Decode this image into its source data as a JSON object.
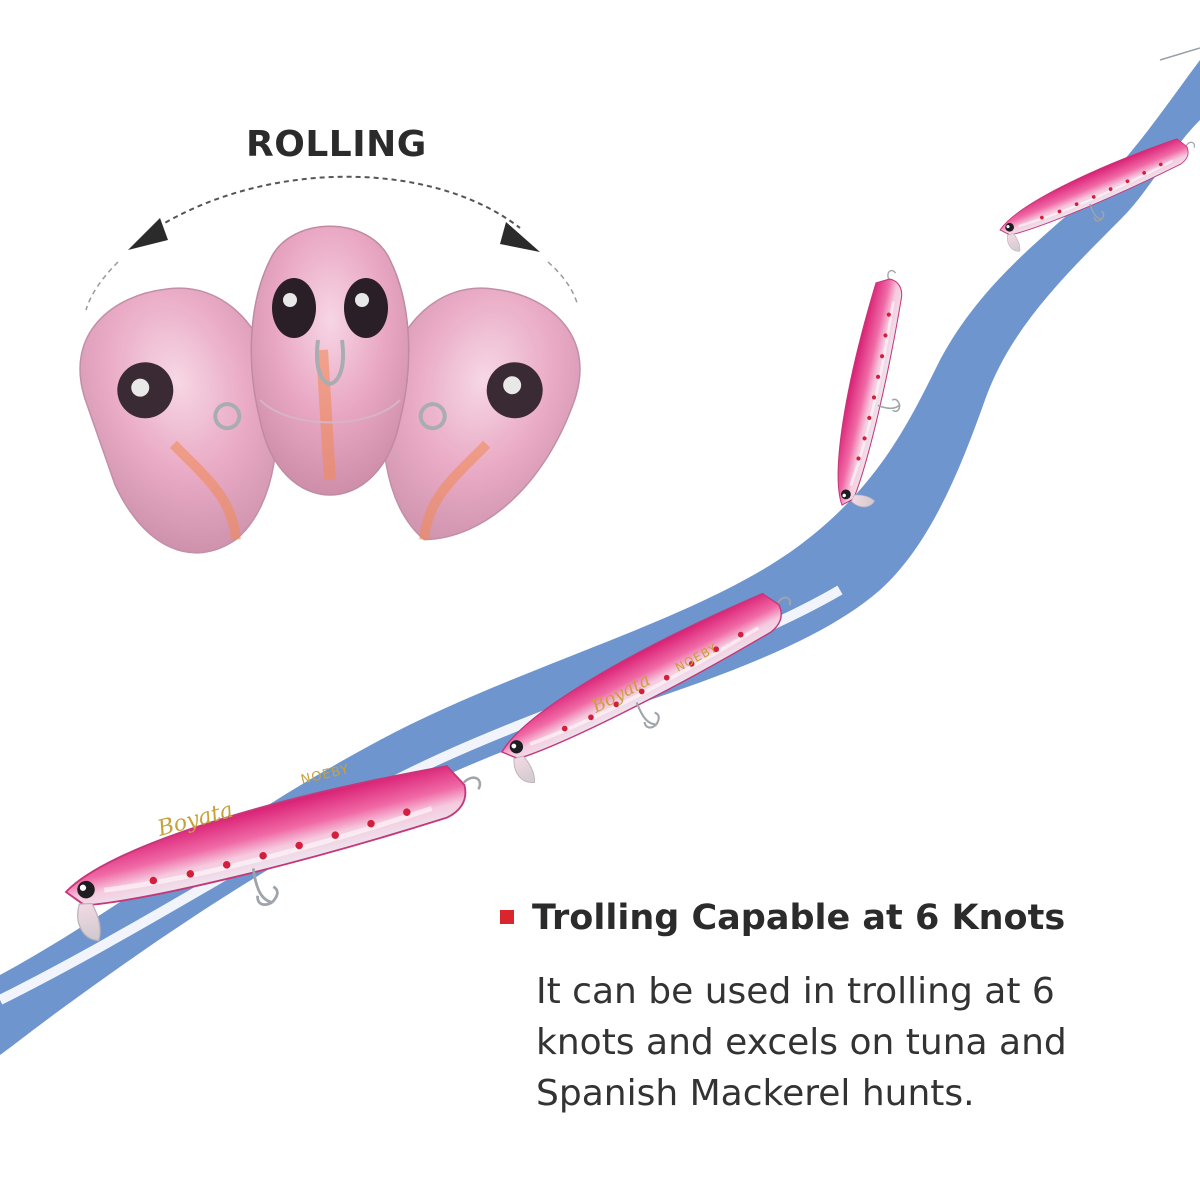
{
  "rolling": {
    "label": "ROLLING"
  },
  "feature": {
    "title": "Trolling Capable at 6 Knots",
    "description_lines": [
      "It can be used in trolling at 6",
      "knots and excels on tuna and",
      "Spanish Mackerel hunts."
    ]
  },
  "lure": {
    "brand_mark": "NOEBY",
    "script_mark": "Boyata"
  },
  "colors": {
    "lure_pink": "#e94a8c",
    "wave_blue": "#6f95cf",
    "accent_red": "#d9262c",
    "text_dark": "#2b2b2b"
  }
}
